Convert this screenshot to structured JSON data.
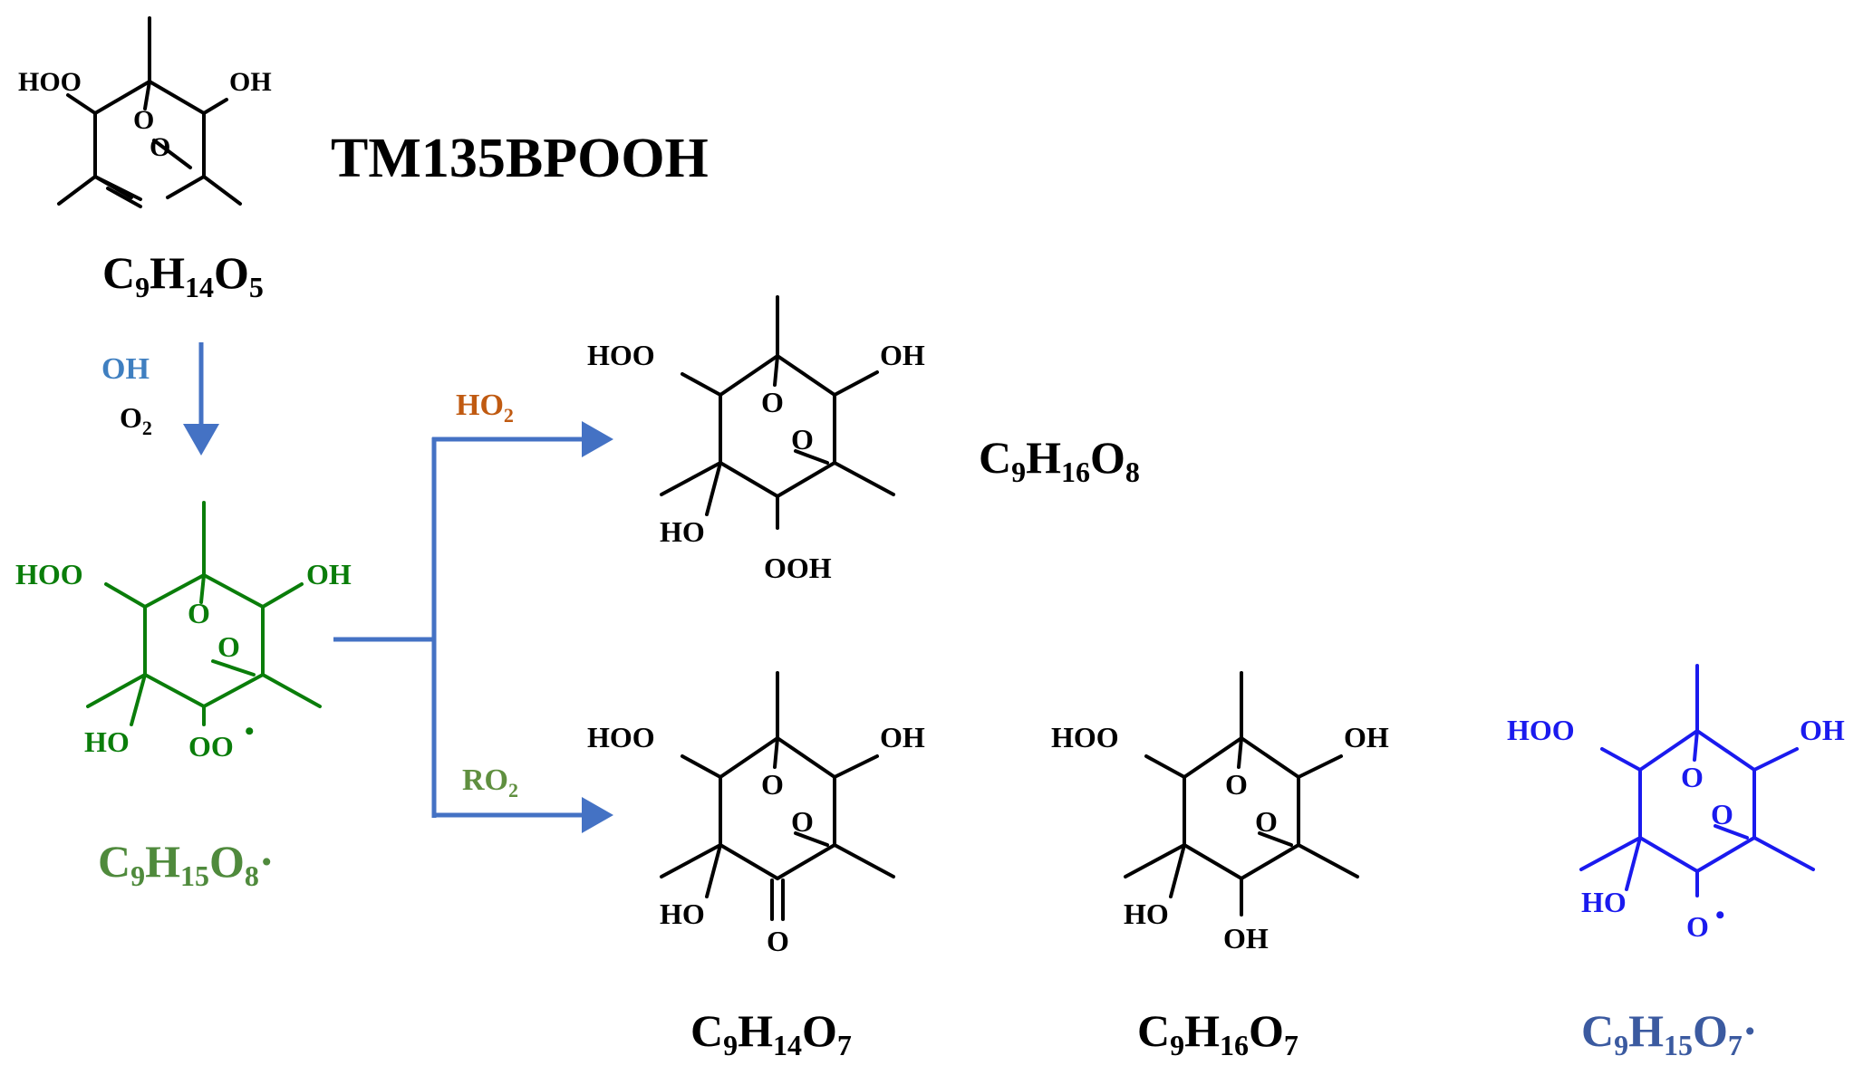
{
  "colors": {
    "black": "#000000",
    "green": "#0a7d0a",
    "formula_green": "#4f8a3c",
    "blue": "#1a1aee",
    "formula_blue": "#3b5aa0",
    "arrow": "#4472c4",
    "oh_label": "#3f7fc0",
    "ho2_label": "#c05a11",
    "ro2_label": "#5f8f3f"
  },
  "molecules": {
    "parent": {
      "label": "TM135BPOOH",
      "formula": {
        "c": "C",
        "c_n": "9",
        "h": "H",
        "h_n": "14",
        "o": "O",
        "o_n": "5",
        "suffix": ""
      },
      "atoms": {
        "hoo": "HOO",
        "oh": "OH",
        "ring_o1": "O",
        "ring_o2": "O"
      }
    },
    "peroxy_radical": {
      "formula": {
        "c": "C",
        "c_n": "9",
        "h": "H",
        "h_n": "15",
        "o": "O",
        "o_n": "8",
        "suffix": "·"
      },
      "atoms": {
        "hoo": "HOO",
        "oh": "OH",
        "ring_o1": "O",
        "ring_o2": "O",
        "ho": "HO",
        "oo": "OO",
        "dot": "•"
      }
    },
    "hydroperoxide": {
      "formula": {
        "c": "C",
        "c_n": "9",
        "h": "H",
        "h_n": "16",
        "o": "O",
        "o_n": "8",
        "suffix": ""
      },
      "atoms": {
        "hoo": "HOO",
        "oh": "OH",
        "ring_o1": "O",
        "ring_o2": "O",
        "ho": "HO",
        "ooh": "OOH"
      }
    },
    "carbonyl": {
      "formula": {
        "c": "C",
        "c_n": "9",
        "h": "H",
        "h_n": "14",
        "o": "O",
        "o_n": "7",
        "suffix": ""
      },
      "atoms": {
        "hoo": "HOO",
        "oh": "OH",
        "ring_o1": "O",
        "ring_o2": "O",
        "ho": "HO",
        "o": "O"
      }
    },
    "alcohol": {
      "formula": {
        "c": "C",
        "c_n": "9",
        "h": "H",
        "h_n": "16",
        "o": "O",
        "o_n": "7",
        "suffix": ""
      },
      "atoms": {
        "hoo": "HOO",
        "oh": "OH",
        "ring_o1": "O",
        "ring_o2": "O",
        "ho": "HO",
        "oh2": "OH"
      }
    },
    "alkoxy_radical": {
      "formula": {
        "c": "C",
        "c_n": "9",
        "h": "H",
        "h_n": "15",
        "o": "O",
        "o_n": "7",
        "suffix": "·"
      },
      "atoms": {
        "hoo": "HOO",
        "oh": "OH",
        "ring_o1": "O",
        "ring_o2": "O",
        "ho": "HO",
        "o": "O",
        "dot": "•"
      }
    }
  },
  "reagents": {
    "oh": "OH",
    "o2": {
      "base": "O",
      "sub": "2"
    },
    "ho2": {
      "base": "HO",
      "sub": "2"
    },
    "ro2": {
      "base": "RO",
      "sub": "2"
    }
  }
}
